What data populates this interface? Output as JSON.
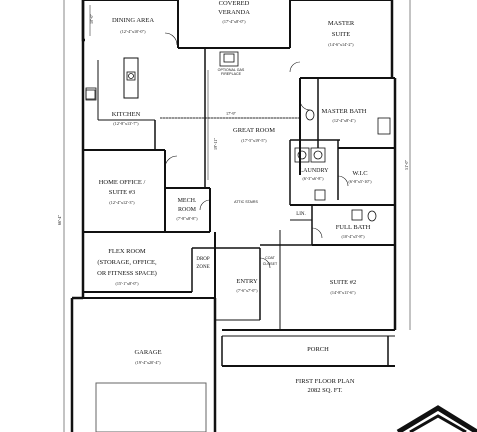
{
  "rooms": [
    {
      "id": "dining",
      "name": "DINING AREA",
      "dims": "(12'-4\"x10'-0\")"
    },
    {
      "id": "veranda",
      "name_lines": [
        "COVERED",
        "VERANDA"
      ],
      "dims": "(17'-4\"x8'-0\")"
    },
    {
      "id": "master",
      "name_lines": [
        "MASTER",
        "SUITE"
      ],
      "dims": "(14'-6\"x14'-2\")"
    },
    {
      "id": "kitchen",
      "name": "KITCHEN",
      "dims": "(12'-8\"x13'-7\")"
    },
    {
      "id": "masterbath",
      "name": "MASTER BATH",
      "dims": "(12'-4\"x8'-4\")"
    },
    {
      "id": "great",
      "name": "GREAT ROOM",
      "dims": "(17'-5\"x19'-5\")"
    },
    {
      "id": "laundry",
      "name": "LAUNDRY",
      "dims": "(6'-3\"x6'-8\")"
    },
    {
      "id": "wic",
      "name": "W.I.C",
      "dims": "(6'-8\"x5'-10\")"
    },
    {
      "id": "office",
      "name_lines": [
        "HOME OFFICE /",
        "SUITE #3"
      ],
      "dims": "(12'-4\"x12'-3\")"
    },
    {
      "id": "mech",
      "name_lines": [
        "MECH.",
        "ROOM"
      ],
      "dims": "(7'-8\"x8'-8\")"
    },
    {
      "id": "fullbath",
      "name": "FULL BATH",
      "dims": "(10'-4\"x5'-8\")"
    },
    {
      "id": "flex",
      "name_lines": [
        "FLEX ROOM",
        "(STORAGE, OFFICE,",
        "OR FITNESS SPACE)"
      ],
      "dims": "(15'-1\"x8'-0\")"
    },
    {
      "id": "dropzone",
      "name_lines": [
        "DROP",
        "ZONE"
      ]
    },
    {
      "id": "entry",
      "name": "ENTRY",
      "dims": "(7'-6\"x7'-0\")"
    },
    {
      "id": "suite2",
      "name": "SUITE #2",
      "dims": "(14'-8\"x11'-6\")"
    },
    {
      "id": "garage",
      "name": "GARAGE",
      "dims": "(19'-4\"x20'-4\")"
    },
    {
      "id": "porch",
      "name": "PORCH"
    }
  ],
  "small_labels": {
    "lin": "LIN.",
    "coat": [
      "COAT",
      "CLOSET"
    ],
    "fireplace": [
      "OPTIONAL GAS",
      "FIREPLACE"
    ],
    "attic": "ATTIC STAIRS"
  },
  "dimensions": {
    "width_17_9": "17'-9\"",
    "depth_10_0": "10'-0\"",
    "depth_19_11": "19'-11\"",
    "overall_depth": "66'-4\"",
    "right_depth": "51'-0\""
  },
  "title": {
    "line1": "FIRST FLOOR PLAN",
    "line2": "2082 SQ. FT."
  },
  "colors": {
    "ink": "#111111",
    "background": "#ffffff"
  }
}
